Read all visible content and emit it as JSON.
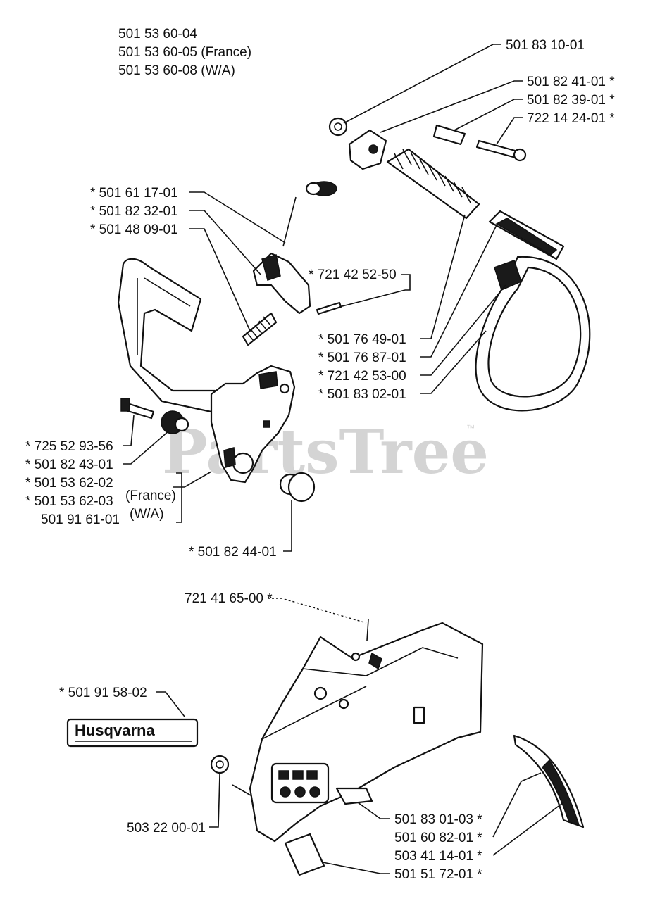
{
  "header_part_numbers": [
    "501 53 60-04",
    "501 53 60-05 (France)",
    "501 53 60-08 (W/A)"
  ],
  "watermark": {
    "text": "PartsTree",
    "trademark": "™"
  },
  "decal_text": "Husqvarna",
  "callouts": [
    "501 83 10-01",
    "501 82 41-01  *",
    "501 82 39-01  *",
    "722 14 24-01  *",
    "* 501 61 17-01",
    "* 501 82 32-01",
    "* 501 48 09-01",
    "* 721 42 52-50",
    "* 501 76 49-01",
    "* 501 76 87-01",
    "* 721 42 53-00",
    "* 501 83 02-01",
    "* 725 52 93-56",
    "* 501 82 43-01",
    "* 501 53 62-02",
    "* 501 53 62-03",
    "501 91 61-01",
    "(France)",
    "(W/A)",
    "* 501 82 44-01",
    "721 41 65-00  *",
    "* 501 91 58-02",
    "503 22 00-01",
    "501 83 01-03  *",
    "501 60 82-01  *",
    "503 41 14-01  *",
    "501 51 72-01  *"
  ]
}
